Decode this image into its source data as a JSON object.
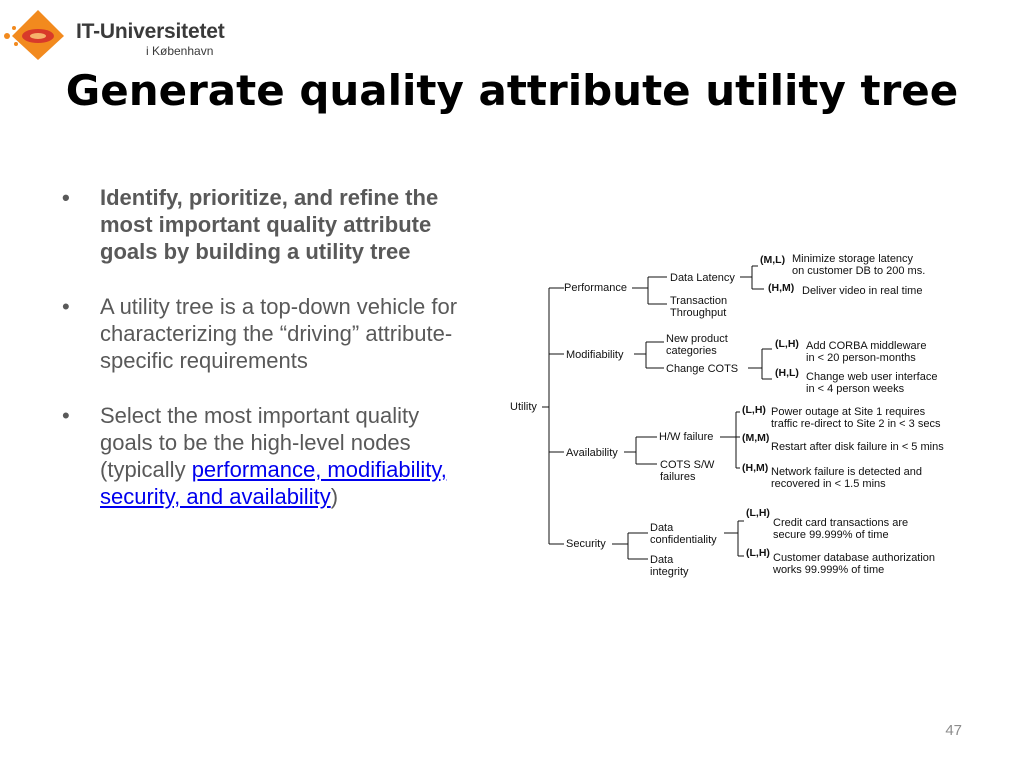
{
  "logo": {
    "name": "IT-Universitetet",
    "subtitle": "i København",
    "colors": {
      "orange": "#f28a1e",
      "red": "#d83a2a"
    }
  },
  "title": "Generate quality attribute utility tree",
  "bullets": [
    {
      "text": "Identify, prioritize, and refine the most important quality attribute goals by building a utility tree"
    },
    {
      "text": "A utility tree is a top-down vehicle for characterizing  the “driving” attribute-specific requirements"
    },
    {
      "text_before": "Select the most important quality goals to be the high-level nodes (typically ",
      "link": "performance,  modifiability, security, and availability",
      "text_after": ")"
    }
  ],
  "diagram": {
    "root": "Utility",
    "attributes": [
      {
        "name": "Performance",
        "refinements": [
          {
            "lines": [
              "Data Latency"
            ]
          },
          {
            "lines": [
              "Transaction",
              "Throughput"
            ]
          }
        ],
        "scenarios": [
          {
            "priority": "(M,L)",
            "lines": [
              "Minimize storage latency",
              "on customer DB to 200 ms."
            ]
          },
          {
            "priority": "(H,M)",
            "lines": [
              "Deliver video in real time"
            ]
          }
        ]
      },
      {
        "name": "Modifiability",
        "refinements": [
          {
            "lines": [
              "New product",
              "categories"
            ]
          },
          {
            "lines": [
              "Change COTS"
            ]
          }
        ],
        "scenarios": [
          {
            "priority": "(L,H)",
            "lines": [
              "Add CORBA middleware",
              "in < 20 person-months"
            ]
          },
          {
            "priority": "(H,L)",
            "lines": [
              "Change web user interface",
              "in < 4 person weeks"
            ]
          }
        ]
      },
      {
        "name": "Availability",
        "refinements": [
          {
            "lines": [
              "H/W failure"
            ]
          },
          {
            "lines": [
              "COTS S/W",
              "failures"
            ]
          }
        ],
        "scenarios": [
          {
            "priority": "(L,H)",
            "lines": [
              "Power outage at Site 1 requires",
              "traffic re-direct to Site 2 in < 3 secs"
            ]
          },
          {
            "priority": "(M,M)",
            "lines": [
              "Restart after disk failure in < 5 mins"
            ]
          },
          {
            "priority": "(H,M)",
            "lines": [
              "Network failure is detected and",
              "recovered in < 1.5 mins"
            ]
          }
        ]
      },
      {
        "name": "Security",
        "refinements": [
          {
            "lines": [
              "Data",
              "confidentiality"
            ]
          },
          {
            "lines": [
              "Data",
              "integrity"
            ]
          }
        ],
        "scenarios": [
          {
            "priority": "(L,H)",
            "lines": [
              "Credit card transactions are",
              "secure 99.999% of time"
            ]
          },
          {
            "priority": "(L,H)",
            "lines": [
              "Customer database authorization",
              "works 99.999% of time"
            ]
          }
        ]
      }
    ]
  },
  "page_number": "47"
}
